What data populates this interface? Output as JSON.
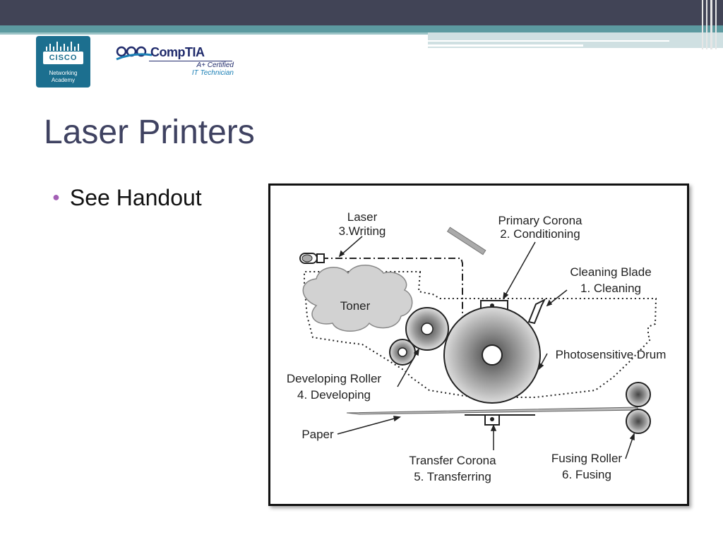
{
  "title": "Laser Printers",
  "bullets": [
    "See Handout"
  ],
  "logos": {
    "cisco": {
      "word": "CISCO",
      "line1": "Networking",
      "line2": "Academy"
    },
    "comptia": {
      "word": "CompTIA",
      "cert_line1": "A+ Certified",
      "cert_line2": "IT Technician"
    }
  },
  "diagram": {
    "labels": {
      "laser_1": "Laser",
      "laser_2": "3.Writing",
      "primary_corona_1": "Primary Corona",
      "primary_corona_2": "2. Conditioning",
      "cleaning_blade_1": "Cleaning Blade",
      "cleaning_blade_2": "1. Cleaning",
      "toner": "Toner",
      "photosensitive_drum": "Photosensitive Drum",
      "developing_roller_1": "Developing Roller",
      "developing_roller_2": "4. Developing",
      "paper": "Paper",
      "transfer_corona_1": "Transfer Corona",
      "transfer_corona_2": "5. Transferring",
      "fusing_roller_1": "Fusing Roller",
      "fusing_roller_2": "6. Fusing"
    }
  },
  "colors": {
    "top_bar": "#414456",
    "accent_teal": "#5c9aa0",
    "title_text": "#3f4261",
    "bullet_dot": "#a35fb5",
    "cisco_blue": "#1c6f8f"
  }
}
